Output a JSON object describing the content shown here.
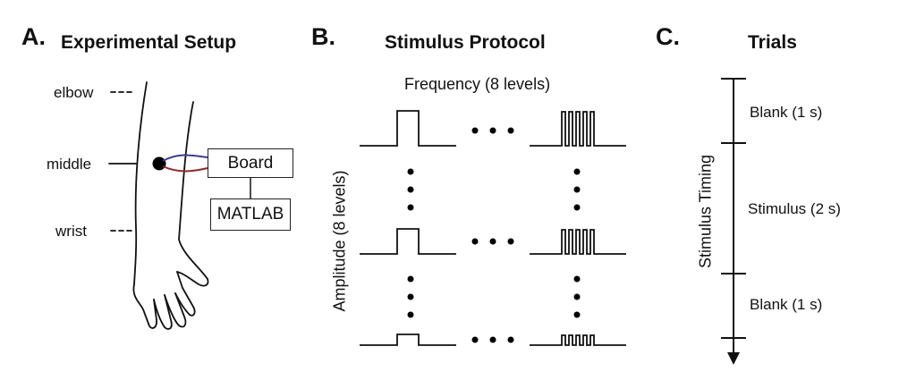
{
  "panelA": {
    "letter": "A.",
    "title": "Experimental Setup",
    "landmarks": {
      "elbow": "elbow",
      "middle": "middle",
      "wrist": "wrist"
    },
    "board_label": "Board",
    "matlab_label": "MATLAB",
    "wire_colors": {
      "top": "#3a3f8f",
      "bottom": "#8b2a2a"
    }
  },
  "panelB": {
    "letter": "B.",
    "title": "Stimulus Protocol",
    "frequency_label": "Frequency (8 levels)",
    "amplitude_label": "Amplitude (8 levels)"
  },
  "panelC": {
    "letter": "C.",
    "title": "Trials",
    "axis_label": "Stimulus Timing",
    "segments": [
      "Blank (1 s)",
      "Stimulus (2 s)",
      "Blank (1 s)"
    ]
  }
}
